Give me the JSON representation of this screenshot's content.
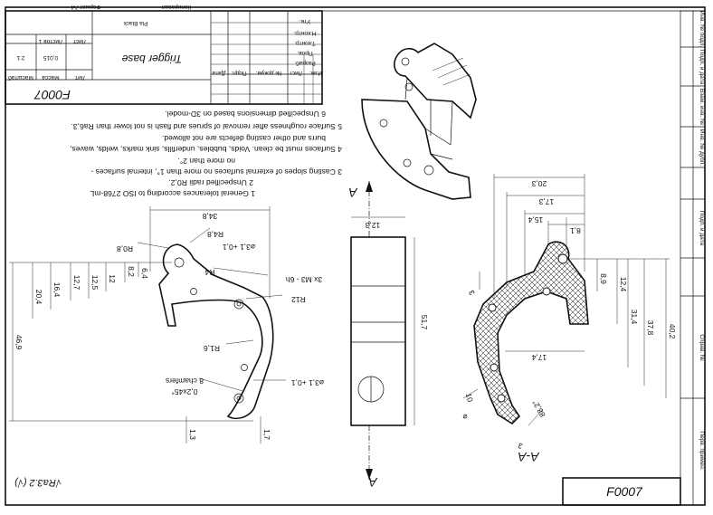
{
  "drawing": {
    "code": "F0007",
    "part_name": "Trigger base",
    "material": "Pla Black",
    "format_label": "Формат A4",
    "copied_label": "Копировал",
    "scale": "2:1",
    "mass": "0,015",
    "sheet_label": "Лист",
    "sheets_label": "Листов 1",
    "lit_label": "Лит.",
    "mass_label": "Масса",
    "scale_label": "Масштаб",
    "roughness": "√Ra3.2 (√)"
  },
  "title_block": {
    "rows": [
      "Изм.",
      "Лист",
      "№ докум.",
      "Подп.",
      "Дата"
    ],
    "roles": [
      "Разраб.",
      "Пров.",
      "Т.контр.",
      "Н.контр.",
      "Утв."
    ]
  },
  "side_stamps": [
    "Инв. № подл.",
    "Подп. и дата",
    "Взам. инв. №",
    "Инв. № дубл.",
    "Подп. и дата",
    "Справ. №",
    "Перв. примен."
  ],
  "notes": [
    "1 General tolerances according to ISO 2768-mL",
    "2 Unspecified radii R0,2.",
    "3 Casting slopes of external surfaces no more than 1°, internal surfaces -",
    "no more than 2°.",
    "4 Surfaces must be clean. Voids, bubbles, underfills, sink marks, welds, waves,",
    "burrs and other casting defects are not allowed.",
    "5 Surface roughness after removal of sprues and flash is not lower than Ra6,3.",
    "6 Unspecified dimensions based on 3D-model."
  ],
  "front_view": {
    "dims": [
      "34,8",
      "R4,8",
      "R0,8",
      "⌀3,1 +0,1",
      "R4",
      "3x M3 - 6h",
      "R12",
      "R1,6",
      "8 chamfers",
      "0,2x45°",
      "⌀3,1 +0,1",
      "20,4",
      "16,4",
      "12,7",
      "12,5",
      "12",
      "8,2",
      "6,4",
      "46,9",
      "1,3",
      "1,7"
    ]
  },
  "side_view": {
    "dims": [
      "12,3",
      "51,7"
    ],
    "section_label": "A"
  },
  "section_view": {
    "label": "A-A",
    "dims": [
      "20,3",
      "17,3",
      "15,4",
      "8,1",
      "8,9",
      "12,4",
      "31,4",
      "37,8",
      "40,2",
      "17,4",
      "10",
      "88,2°",
      "3",
      "3",
      "⌀"
    ]
  }
}
